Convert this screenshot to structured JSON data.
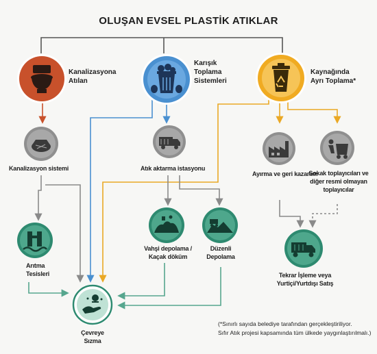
{
  "title": "OLUŞAN EVSEL PLASTİK ATIKLAR",
  "sources": {
    "sewer_discharge": [
      "Kanalizasyona",
      "Atılan"
    ],
    "mixed_collection": [
      "Karışık",
      "Toplama",
      "Sistemleri"
    ],
    "separate_collection": [
      "Kaynağında",
      "Ayrı Toplama*"
    ]
  },
  "nodes": {
    "sewer_system": "Kanalizasyon sistemi",
    "transfer_station": "Atık aktarma istasyonu",
    "sorting_recovery": "Ayırma ve geri kazanım",
    "street_collectors": [
      "Sokak toplayıcıları ve",
      "diğer resmi olmayan",
      "toplayıcılar"
    ],
    "treatment": [
      "Arıtma",
      "Tesisleri"
    ],
    "wild_dumping": [
      "Vahşi depolama /",
      "Kaçak döküm"
    ],
    "sanitary_landfill": [
      "Düzenli",
      "Depolama"
    ],
    "recycling": [
      "Tekrar İşleme veya",
      "Yurtiçi/Yurtdışı Satış"
    ],
    "environment_leakage": [
      "Çevreye",
      "Sızma"
    ]
  },
  "footnote": [
    "(*Sınırlı sayıda belediye tarafından gerçekleştiriliyor.",
    "Sıfır Atık projesi kapsamında tüm ülkede yaygınlaştırılmalı.)"
  ],
  "colors": {
    "sewer_red": "#c8512b",
    "mixed_blue": "#4a90d0",
    "separate_yellow": "#f0ab22",
    "treatment_green": "#2e8a70",
    "gray_node": "#8f8f8f",
    "line_gray": "#8a8a8a",
    "line_green": "#56a68e",
    "line_red": "#c8512b",
    "line_blue": "#4a90d0",
    "line_yellow": "#eaa825"
  },
  "icons": {
    "sewer_discharge": "toilet-icon",
    "mixed_collection": "garbage-bin-icon",
    "separate_collection": "recycle-bin-icon",
    "sewer_system": "manhole-icon",
    "transfer_station": "truck-icon",
    "sorting_recovery": "factory-icon",
    "street_collectors": "collector-cart-icon",
    "treatment": "treatment-plant-icon",
    "wild_dumping": "dump-pile-icon",
    "sanitary_landfill": "landfill-icon",
    "recycling": "recycling-truck-icon",
    "environment_leakage": "leakage-hand-icon"
  }
}
